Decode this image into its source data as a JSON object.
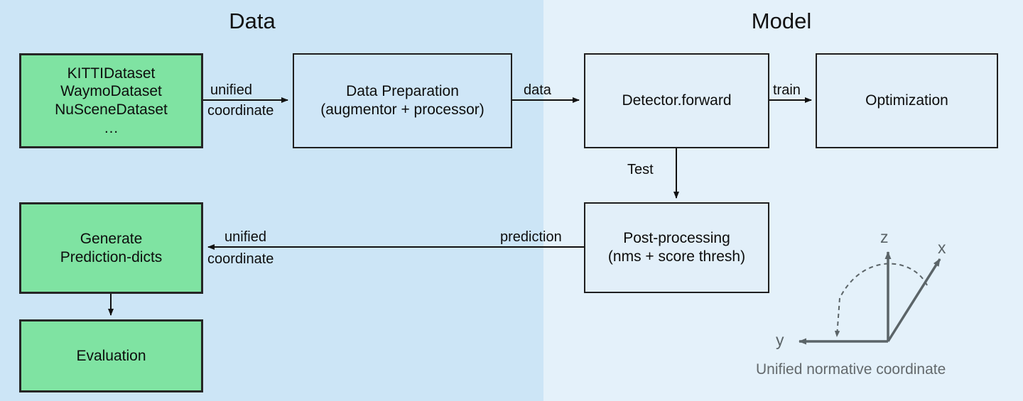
{
  "sections": {
    "data": {
      "title": "Data",
      "bg": "#cce5f6"
    },
    "model": {
      "title": "Model",
      "bg": "#e4f1fa"
    }
  },
  "nodes": {
    "datasets": {
      "label": "KITTIDataset\nWaymoDataset\nNuSceneDataset\n…",
      "fill": "#7fe3a2"
    },
    "data_preparation": {
      "label": "Data Preparation\n(augmentor + processor)",
      "fill": "#cfe6f7"
    },
    "detector_forward": {
      "label": "Detector.forward",
      "fill": "#e2eff9"
    },
    "optimization": {
      "label": "Optimization",
      "fill": "#e2eff9"
    },
    "post_processing": {
      "label": "Post-processing\n(nms + score thresh)",
      "fill": "#e2eff9"
    },
    "generate_prediction_dicts": {
      "label": "Generate\nPrediction-dicts",
      "fill": "#7fe3a2"
    },
    "evaluation": {
      "label": "Evaluation",
      "fill": "#7fe3a2"
    }
  },
  "edges": {
    "datasets_to_prep": {
      "line1": "unified",
      "line2": "coordinate"
    },
    "prep_to_detector": {
      "label": "data"
    },
    "detector_to_optimization": {
      "label": "train"
    },
    "detector_to_postprocessing": {
      "label": "Test"
    },
    "postprocessing_to_generate_right": {
      "label": "prediction"
    },
    "postprocessing_to_generate_left": {
      "line1": "unified",
      "line2": "coordinate"
    }
  },
  "coordinate_system": {
    "axis_x": "x",
    "axis_y": "y",
    "axis_z": "z",
    "caption": "Unified normative coordinate",
    "color": "#5b6468"
  }
}
